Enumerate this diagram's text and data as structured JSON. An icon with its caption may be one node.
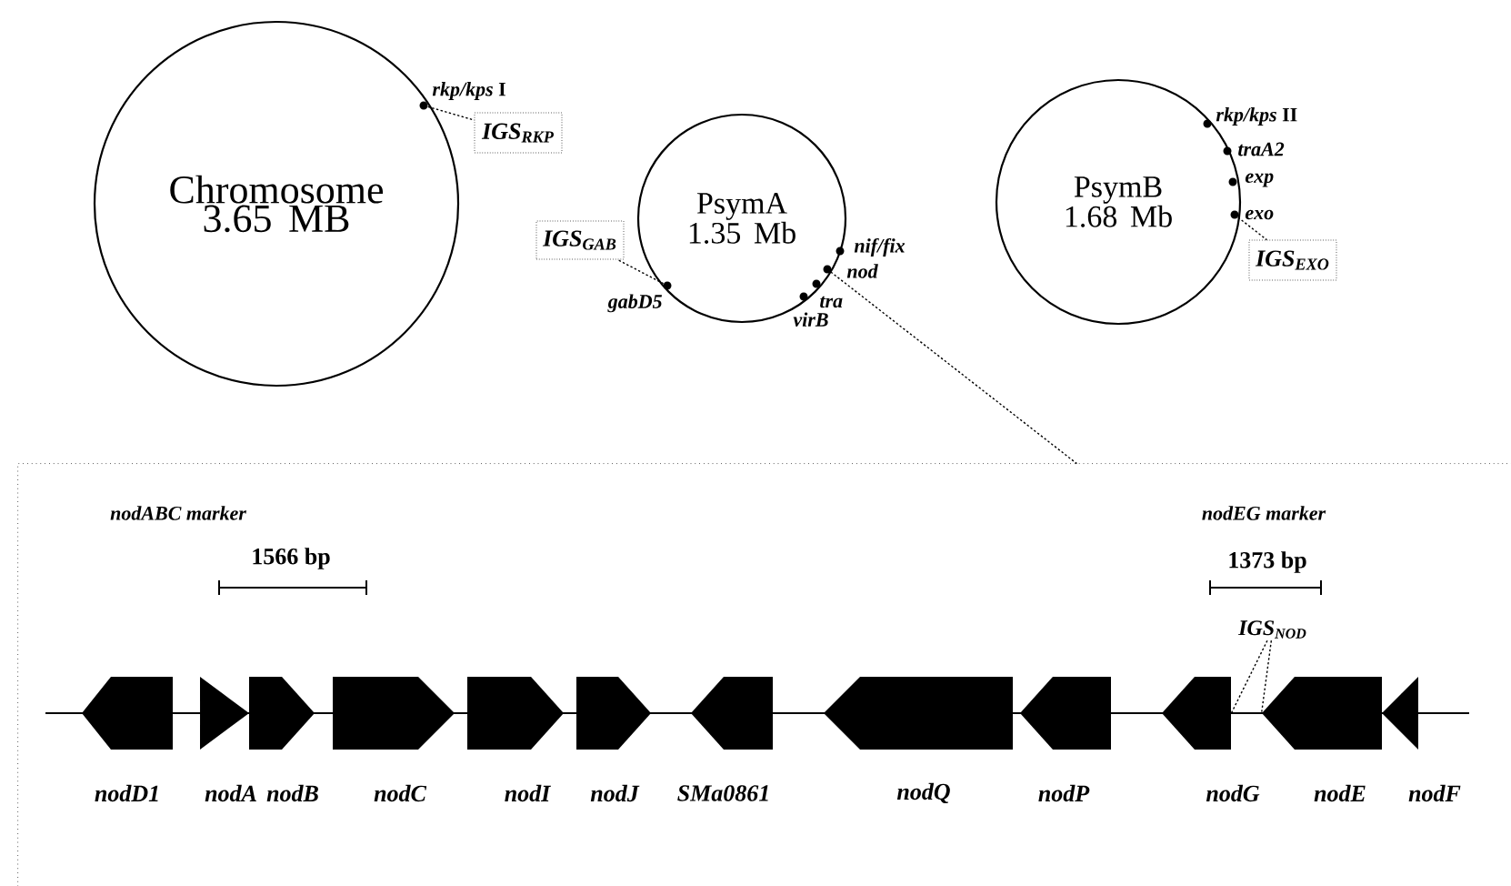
{
  "diagram": {
    "nodes": [
      {
        "text": [
          "Chromosome 3.65 MB"
        ]
      },
      {
        "text": [
          "PsymA 1.35 Mb"
        ]
      },
      {
        "text": [
          "PsymB 1.68 Mb"
        ]
      },
      {
        "text": [],
        "shape": "dot",
        "beside": [
          "*rkp/kps* I"
        ],
        "in": 0
      },
      {
        "text": [
          "IGS$_{RKP}$"
        ]
      },
      {
        "text": [
          "IGS$_{GAB}$"
        ]
      },
      {
        "text": [],
        "shape": "dot",
        "beside": [
          "gabD5"
        ],
        "in": 1
      },
      {
        "text": [],
        "shape": "dot",
        "beside": [
          "nif/fix"
        ],
        "in": 1
      },
      {
        "text": [],
        "shape": "dot",
        "beside": [
          "nod"
        ],
        "in": 1
      },
      {
        "text": [],
        "shape": "dot",
        "beside": [
          "tra"
        ],
        "in": 1
      },
      {
        "text": [],
        "shape": "dot",
        "beside": [
          "virB"
        ],
        "in": 1
      },
      {
        "text": [],
        "shape": "dot",
        "beside": [
          "*rkp/kps* II"
        ],
        "in": 2
      },
      {
        "text": [],
        "shape": "dot",
        "beside": [
          "traA2"
        ],
        "in": 2
      },
      {
        "text": [],
        "shape": "dot",
        "beside": [
          "exp"
        ],
        "in": 2
      },
      {
        "text": [],
        "shape": "dot",
        "beside": [
          "exo"
        ],
        "in": 2
      },
      {
        "text": [
          "IGS$_{EXO}$"
        ]
      },
      {
        "text": [],
        "shape": "box"
      },
      {
        "text": [],
        "shape": "arrow",
        "beside": [
          "nodD1"
        ],
        "in": 16
      },
      {
        "text": [],
        "shape": "arrow",
        "beside": [
          "nodA"
        ],
        "in": 16
      },
      {
        "text": [],
        "shape": "arrow",
        "beside": [
          "nodB"
        ],
        "in": 16
      },
      {
        "text": [],
        "shape": "arrow",
        "beside": [
          "nodC"
        ],
        "in": 16
      },
      {
        "text": [],
        "shape": "arrow",
        "beside": [
          "nodI"
        ],
        "in": 16
      },
      {
        "text": [],
        "shape": "arrow",
        "beside": [
          "nodJ"
        ],
        "in": 16
      },
      {
        "text": [],
        "shape": "arrow",
        "beside": [
          "SMa0861"
        ],
        "in": 16
      },
      {
        "text": [],
        "shape": "arrow",
        "beside": [
          "nodQ"
        ],
        "in": 16
      },
      {
        "text": [],
        "shape": "arrow",
        "beside": [
          "nodP"
        ],
        "in": 16
      },
      {
        "text": [],
        "shape": "arrow",
        "beside": [
          "nodG"
        ],
        "in": 16
      },
      {
        "text": [],
        "shape": "arrow",
        "beside": [
          "nodE"
        ],
        "in": 16
      },
      {
        "text": [],
        "shape": "arrow",
        "beside": [
          "nodF"
        ],
        "in": 16
      },
      {
        "text": [
          "IGS$_{NOD}$"
        ],
        "in": 16
      }
    ],
    "edges": [
      {
        "from": 3,
        "to": 4,
        "arrow": "none",
        "style": "dashed"
      },
      {
        "from": 6,
        "to": 5,
        "arrow": "none",
        "style": "dashed"
      },
      {
        "from": 14,
        "to": 15,
        "arrow": "none",
        "style": "dashed"
      },
      {
        "from": 8,
        "to": 16,
        "arrow": "none",
        "style": "dashed"
      },
      {
        "from": 29,
        "to": 26,
        "arrow": "none",
        "style": "dashed"
      },
      {
        "from": 29,
        "to": 27,
        "arrow": "none",
        "style": "dashed"
      }
    ],
    "labels": [
      "nodABC marker",
      "1566 bp",
      "nodEG marker",
      "1373 bp"
    ]
  }
}
